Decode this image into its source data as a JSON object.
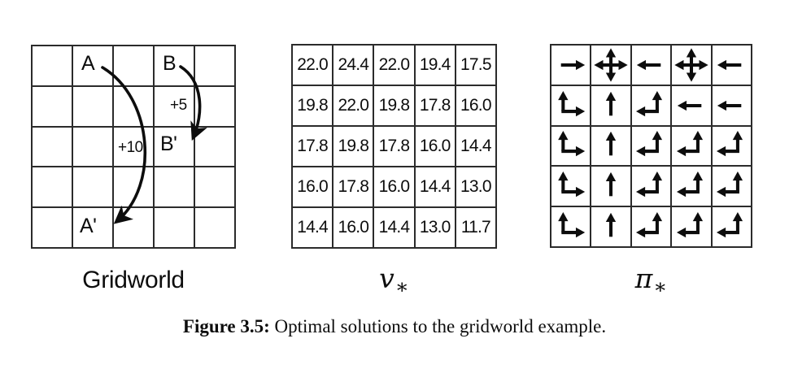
{
  "figure": {
    "caption_label": "Figure 3.5:",
    "caption_text": "Optimal solutions to the gridworld example."
  },
  "panels": [
    {
      "id": "gridworld",
      "caption": "Gridworld",
      "rows": 5,
      "cols": 5,
      "state_labels": [
        {
          "name": "A",
          "row": 1,
          "col": 2
        },
        {
          "name": "B",
          "row": 1,
          "col": 4
        },
        {
          "name": "A'",
          "row": 5,
          "col": 2
        },
        {
          "name": "B'",
          "row": 3,
          "col": 4
        }
      ],
      "transitions": [
        {
          "from": "A",
          "to": "A'",
          "reward": "+10"
        },
        {
          "from": "B",
          "to": "B'",
          "reward": "+5"
        }
      ]
    },
    {
      "id": "v-star",
      "caption_symbol": "v",
      "caption_subscript": "∗"
    },
    {
      "id": "pi-star",
      "caption_symbol": "π",
      "caption_subscript": "∗"
    }
  ],
  "chart_data": {
    "type": "table",
    "title": "Optimal solutions to the gridworld example",
    "panel_titles": [
      "Gridworld",
      "v*",
      "π*"
    ],
    "grid_size": [
      5,
      5
    ],
    "optimal_value_function": {
      "label": "v*",
      "rows": [
        [
          "22.0",
          "24.4",
          "22.0",
          "19.4",
          "17.5"
        ],
        [
          "19.8",
          "22.0",
          "19.8",
          "17.8",
          "16.0"
        ],
        [
          "17.8",
          "19.8",
          "17.8",
          "16.0",
          "14.4"
        ],
        [
          "16.0",
          "17.8",
          "16.0",
          "14.4",
          "13.0"
        ],
        [
          "14.4",
          "16.0",
          "14.4",
          "13.0",
          "11.7"
        ]
      ],
      "min": 11.7,
      "max": 24.4
    },
    "optimal_policy": {
      "label": "π*",
      "rows": [
        [
          "right",
          "all",
          "left",
          "all",
          "left"
        ],
        [
          "up-right",
          "up",
          "left-up",
          "left",
          "left"
        ],
        [
          "up-right",
          "up",
          "left-up",
          "left-up",
          "left-up"
        ],
        [
          "up-right",
          "up",
          "left-up",
          "left-up",
          "left-up"
        ],
        [
          "up-right",
          "up",
          "left-up",
          "left-up",
          "left-up"
        ]
      ],
      "action_legend": {
        "right": "east",
        "left": "west",
        "up": "north",
        "all": "north, south, east, west (all optimal)",
        "up-right": "north and east (both optimal)",
        "left-up": "west and north (both optimal)"
      }
    },
    "gridworld_dynamics": {
      "special_states": [
        "A",
        "B"
      ],
      "A": {
        "position": [
          1,
          2
        ],
        "next_state": "A'",
        "next_position": [
          5,
          2
        ],
        "reward": 10
      },
      "B": {
        "position": [
          1,
          4
        ],
        "next_state": "B'",
        "next_position": [
          3,
          4
        ],
        "reward": 5
      },
      "reward_labels": [
        "+10",
        "+5"
      ]
    },
    "colors": {
      "line": "#2b2b2b",
      "text": "#0d0d0d",
      "background": "#ffffff"
    }
  }
}
